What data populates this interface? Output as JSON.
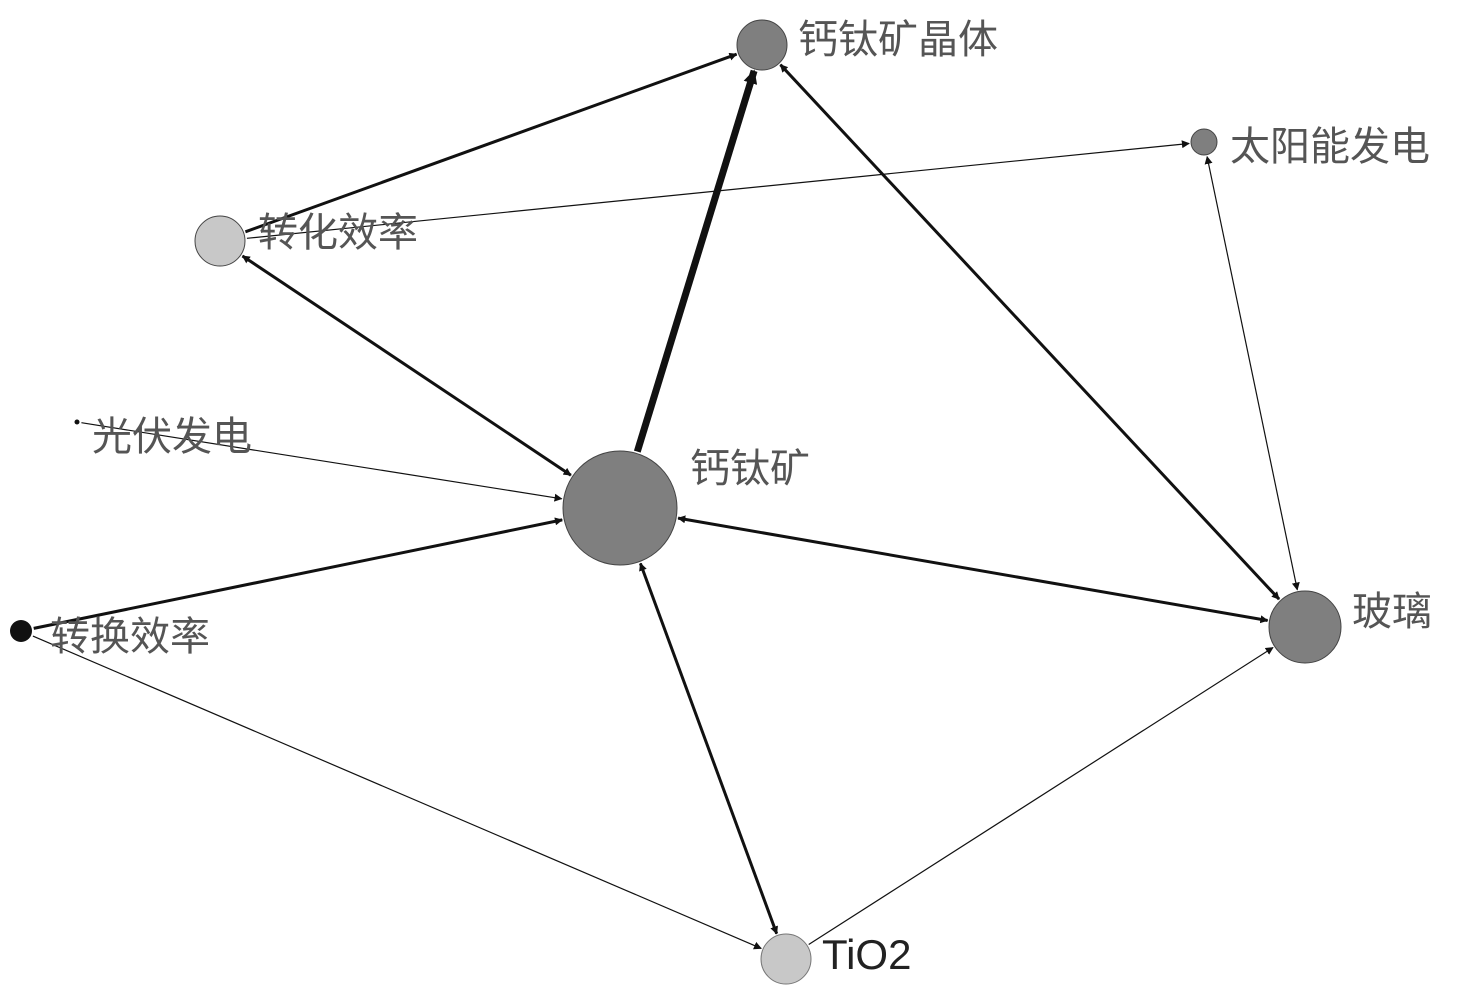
{
  "colors": {
    "node_dark": "#7f7f7f",
    "node_light": "#c8c8c8",
    "node_black": "#111111",
    "edge": "#111111",
    "label": "#555555"
  },
  "nodes": {
    "perovskite_crystal": {
      "label": "钙钛矿晶体",
      "shade": "dark"
    },
    "solar_power": {
      "label": "太阳能发电",
      "shade": "dark"
    },
    "conversion_efficiency_hua": {
      "label": "转化效率",
      "shade": "light"
    },
    "photovoltaic_power": {
      "label": "光伏发电",
      "shade": "black"
    },
    "perovskite": {
      "label": "钙钛矿",
      "shade": "dark"
    },
    "conversion_efficiency_huan": {
      "label": "转换效率",
      "shade": "black"
    },
    "glass": {
      "label": "玻璃",
      "shade": "dark"
    },
    "tio2": {
      "label": "TiO2",
      "shade": "light"
    }
  },
  "edges": [
    {
      "source": "conversion_efficiency_hua",
      "target": "perovskite_crystal",
      "direction": "forward",
      "weight": "medium"
    },
    {
      "source": "conversion_efficiency_hua",
      "target": "solar_power",
      "direction": "forward",
      "weight": "thin"
    },
    {
      "source": "perovskite",
      "target": "perovskite_crystal",
      "direction": "forward",
      "weight": "heavy"
    },
    {
      "source": "perovskite_crystal",
      "target": "glass",
      "direction": "both",
      "weight": "medium"
    },
    {
      "source": "solar_power",
      "target": "glass",
      "direction": "both",
      "weight": "thin"
    },
    {
      "source": "conversion_efficiency_hua",
      "target": "perovskite",
      "direction": "both",
      "weight": "medium"
    },
    {
      "source": "photovoltaic_power",
      "target": "perovskite",
      "direction": "forward",
      "weight": "thin"
    },
    {
      "source": "conversion_efficiency_huan",
      "target": "perovskite",
      "direction": "forward",
      "weight": "medium"
    },
    {
      "source": "perovskite",
      "target": "glass",
      "direction": "both",
      "weight": "medium"
    },
    {
      "source": "perovskite",
      "target": "tio2",
      "direction": "both",
      "weight": "medium"
    },
    {
      "source": "conversion_efficiency_huan",
      "target": "tio2",
      "direction": "forward",
      "weight": "thin"
    },
    {
      "source": "tio2",
      "target": "glass",
      "direction": "forward",
      "weight": "thin"
    }
  ]
}
